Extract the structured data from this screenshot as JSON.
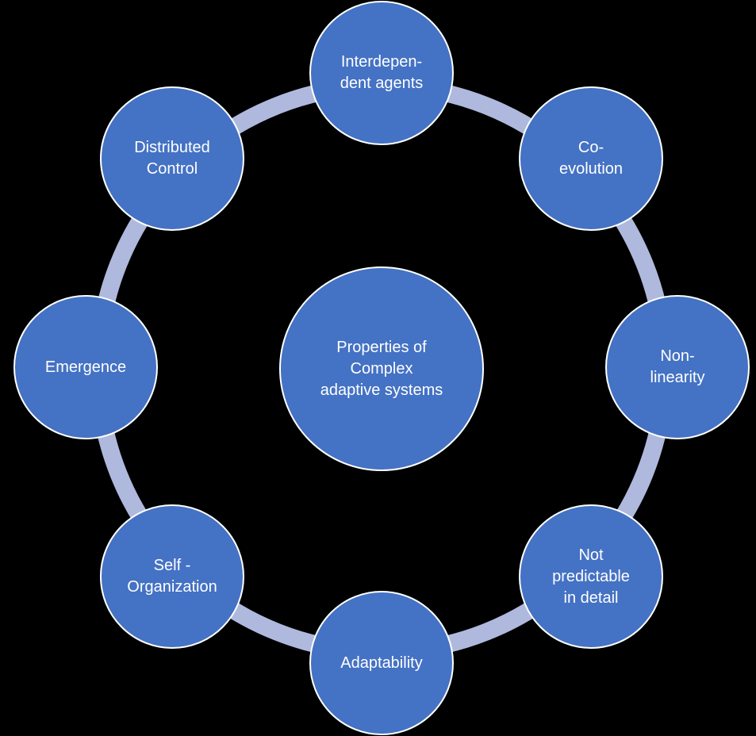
{
  "colors": {
    "background": "#000000",
    "node_fill": "#4472C4",
    "node_border": "#FFFFFF",
    "ring": "#AFB9DD",
    "text": "#FFFFFF"
  },
  "center": {
    "label": "Properties of\nComplex\nadaptive systems"
  },
  "nodes": [
    {
      "id": "interdependent-agents",
      "label": "Interdepen-\ndent agents"
    },
    {
      "id": "co-evolution",
      "label": "Co-\nevolution"
    },
    {
      "id": "non-linearity",
      "label": "Non-\nlinearity"
    },
    {
      "id": "not-predictable-in-detail",
      "label": "Not\npredictable\nin  detail"
    },
    {
      "id": "adaptability",
      "label": "Adaptability"
    },
    {
      "id": "self-organization",
      "label": "Self -\nOrganization"
    },
    {
      "id": "emergence",
      "label": "Emergence"
    },
    {
      "id": "distributed-control",
      "label": "Distributed\nControl"
    }
  ]
}
